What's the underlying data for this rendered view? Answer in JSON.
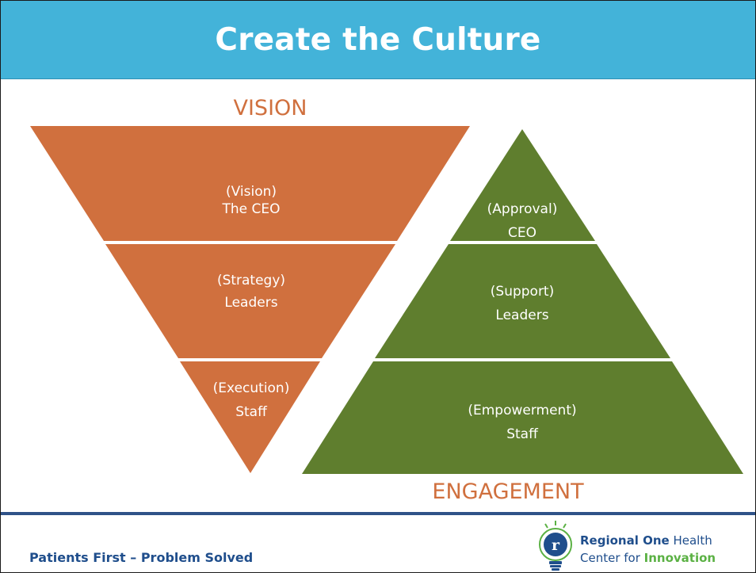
{
  "slide": {
    "title": "Create the Culture",
    "top_label": "VISION",
    "bottom_label": "ENGAGEMENT",
    "footer": "Patients First – Problem Solved"
  },
  "inverted_pyramid": {
    "color": "#d0703e",
    "tiers": [
      {
        "line1": "(Vision)",
        "line2": "The CEO"
      },
      {
        "line1": "(Strategy)",
        "line2": "Leaders"
      },
      {
        "line1": "(Execution)",
        "line2": "Staff"
      }
    ]
  },
  "pyramid": {
    "color": "#5f7e2e",
    "tiers": [
      {
        "line1": "(Approval)",
        "line2": "CEO"
      },
      {
        "line1": "(Support)",
        "line2": "Leaders"
      },
      {
        "line1": "(Empowerment)",
        "line2": "Staff"
      }
    ]
  },
  "logo": {
    "icon": "lightbulb-r-icon",
    "brand_bold": "Regional One",
    "brand_regular": " Health",
    "subtitle_regular": "Center for ",
    "subtitle_bold": "Innovation"
  },
  "colors": {
    "title_bar": "#43b3d9",
    "accent_text": "#d0703e",
    "footer_line": "#2f5288",
    "footer_text": "#1f4e8c"
  }
}
